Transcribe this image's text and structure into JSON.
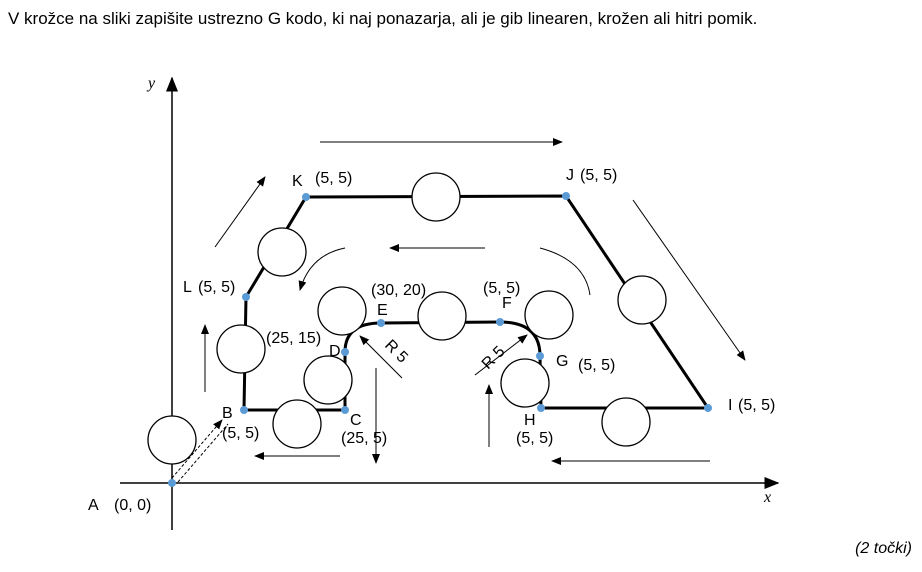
{
  "question": "V krožce na sliki zapišite ustrezno G kodo, ki naj ponazarja, ali je gib linearen, krožen ali hitri pomik.",
  "points_label": "(2 točki)",
  "axes": {
    "x": "x",
    "y": "y"
  },
  "labels": {
    "A": "A",
    "A_coord": "(0, 0)",
    "B": "B",
    "B_coord": "(5, 5)",
    "C": "C",
    "C_coord": "(25, 5)",
    "D": "D",
    "D_coord": "(25, 15)",
    "E": "E",
    "E_coord": "(30, 20)",
    "F": "F",
    "F_coord": "(5, 5)",
    "G": "G",
    "G_coord": "(5, 5)",
    "H": "H",
    "H_coord": "(5, 5)",
    "I": "I",
    "I_coord": "(5, 5)",
    "J": "J",
    "J_coord": "(5, 5)",
    "K": "K",
    "K_coord": "(5, 5)",
    "L": "L",
    "L_coord": "(5, 5)",
    "r1": "R 5",
    "r2": "R 5"
  },
  "colors": {
    "point": "#5b9bd5"
  }
}
